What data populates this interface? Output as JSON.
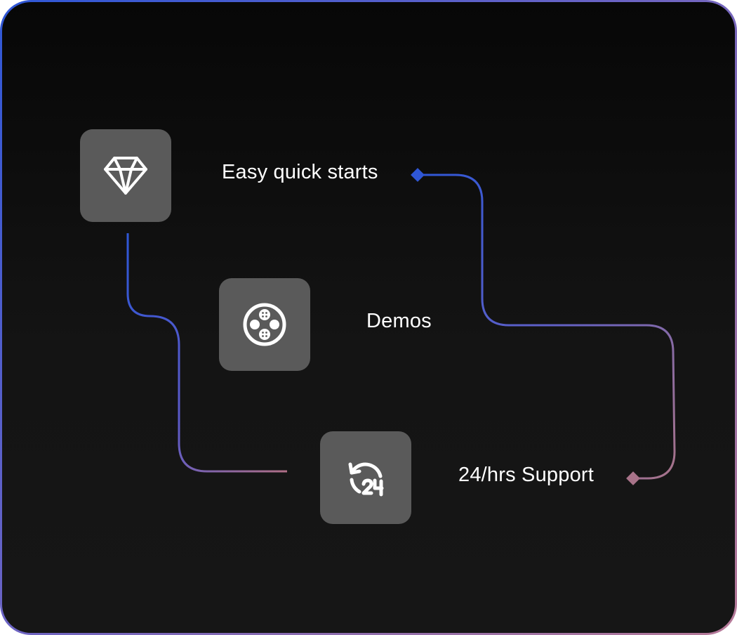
{
  "features": [
    {
      "label": "Easy quick starts",
      "icon": "diamond-icon"
    },
    {
      "label": "Demos",
      "icon": "film-reel-icon"
    },
    {
      "label": "24/hrs Support",
      "icon": "support-24-icon"
    }
  ],
  "colors": {
    "tile": "#5a5a5a",
    "connector_start": "#2f57d6",
    "connector_end": "#a87389"
  }
}
